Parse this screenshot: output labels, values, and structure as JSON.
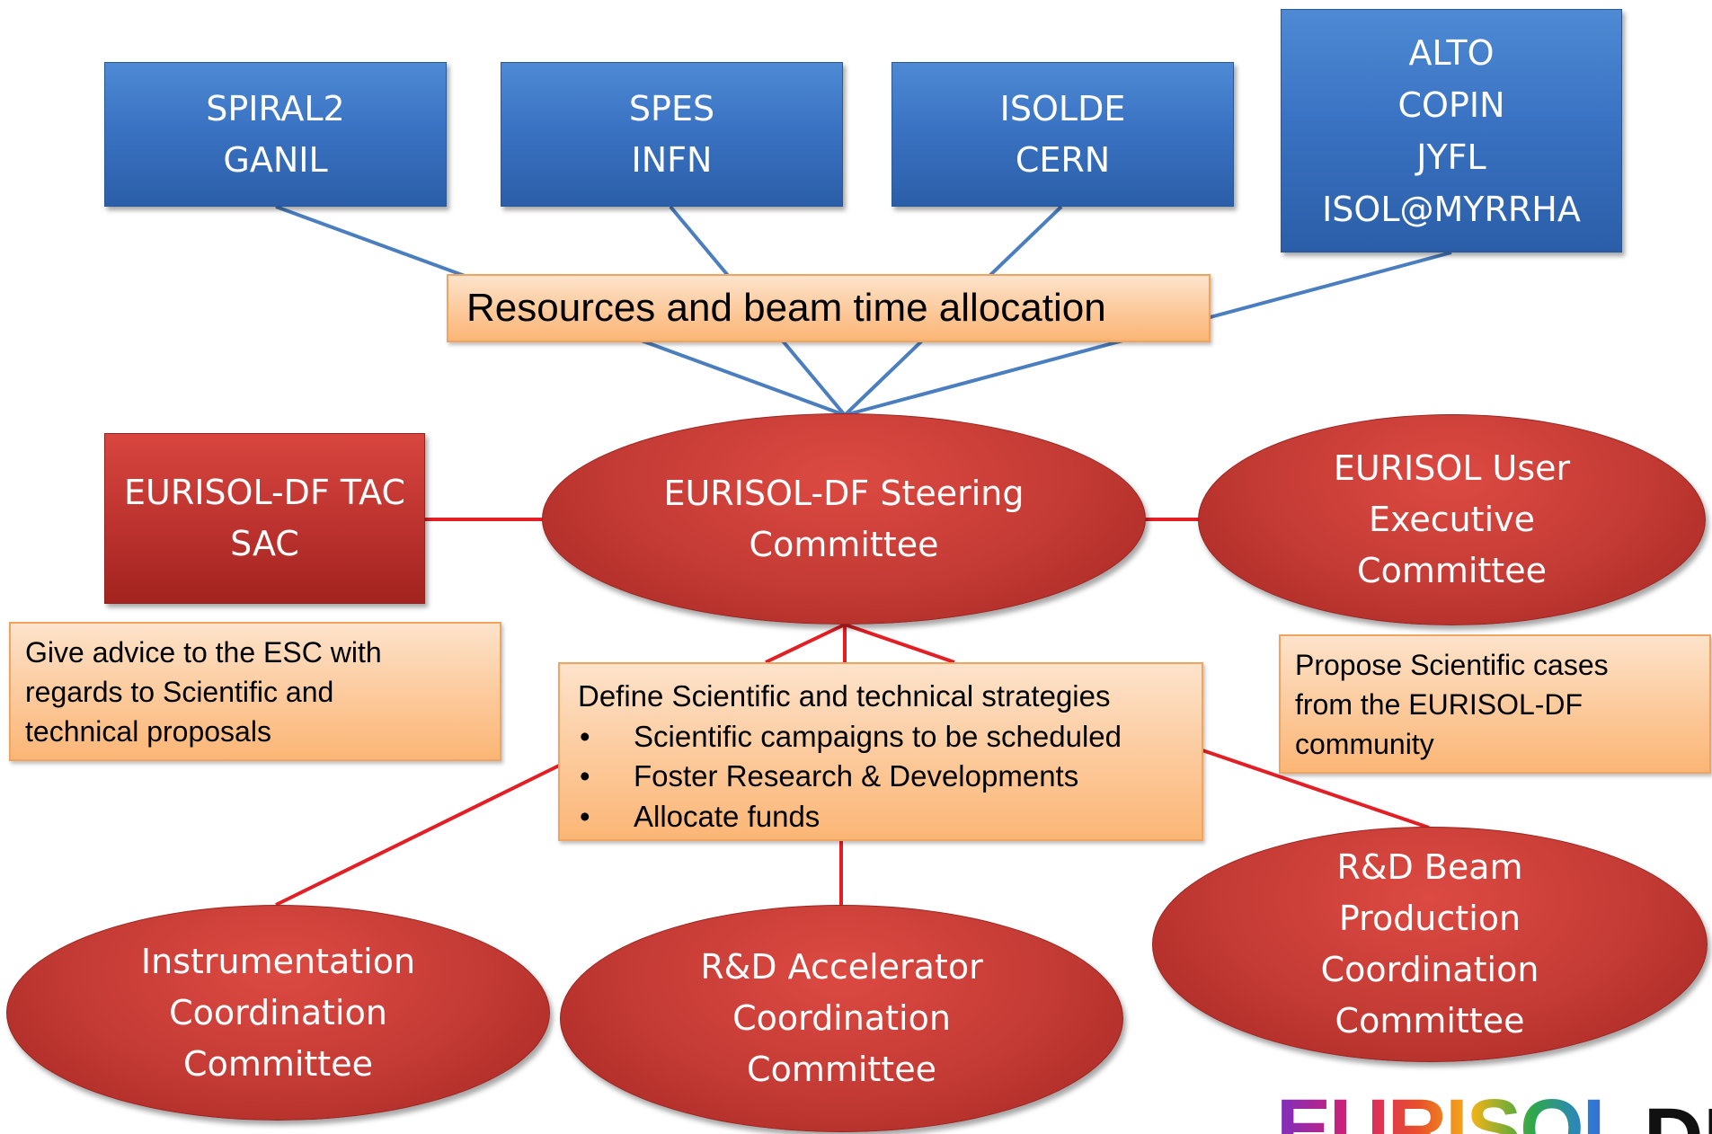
{
  "facilities": [
    {
      "lines": [
        "SPIRAL2",
        "GANIL"
      ]
    },
    {
      "lines": [
        "SPES",
        "INFN"
      ]
    },
    {
      "lines": [
        "ISOLDE",
        "CERN"
      ]
    },
    {
      "lines": [
        "ALTO",
        "COPIN",
        "JYFL",
        "ISOL@MYRRHA"
      ]
    }
  ],
  "resources_label": "Resources and beam time allocation",
  "steering": {
    "lines": [
      "EURISOL-DF Steering",
      "Committee"
    ]
  },
  "tac": {
    "lines": [
      "EURISOL-DF TAC",
      "SAC"
    ]
  },
  "user_exec": {
    "lines": [
      "EURISOL  User",
      "Executive",
      "Committee"
    ]
  },
  "tac_note": {
    "lines": [
      "Give advice to the ESC with",
      "regards to Scientific and",
      "technical proposals"
    ]
  },
  "strategy": {
    "heading": "Define Scientific and technical strategies",
    "bullet_symbol": "•",
    "items": [
      "Scientific campaigns to be scheduled",
      "Foster Research & Developments",
      "Allocate funds"
    ]
  },
  "user_note": {
    "lines": [
      "Propose Scientific cases",
      "from the EURISOL-DF",
      "community"
    ]
  },
  "coordination": [
    {
      "lines": [
        "Instrumentation",
        "Coordination",
        "Committee"
      ]
    },
    {
      "lines": [
        "R&D Accelerator",
        "Coordination",
        "Committee"
      ]
    },
    {
      "lines": [
        "R&D Beam",
        "Production",
        "Coordination",
        "Committee"
      ]
    }
  ],
  "logo": {
    "word": "EURISOL",
    "suffix": "DF"
  },
  "colors": {
    "blue_fill": "#3a73c3",
    "red_fill": "#c0392f",
    "orange_fill": "#fcc99a",
    "blue_line": "#4a7ebf",
    "red_line": "#e31e24"
  }
}
